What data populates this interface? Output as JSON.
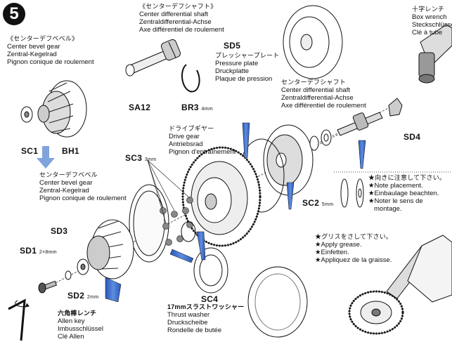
{
  "step": {
    "number": "5"
  },
  "shaft_top": {
    "jp": "《センターデフシャフト》",
    "en": "Center differential shaft",
    "de": "Zentraldifferential-Achse",
    "fr": "Axe différentiel de roulement"
  },
  "bevel_top": {
    "jp": "《センターデフベベル》",
    "en": "Center bevel gear",
    "de": "Zentral-Kegelrad",
    "fr": "Pignon conique de roulement"
  },
  "wrench": {
    "jp": "十字レンチ",
    "en": "Box wrench",
    "de": "Steckschlüssel",
    "fr": "Clé à tube"
  },
  "pressure_plate": {
    "code": "SD5",
    "jp": "プレッシャープレート",
    "en": "Pressure plate",
    "de": "Druckplatte",
    "fr": "Plaque de pression"
  },
  "shaft_right": {
    "jp": "センターデフシャフト",
    "en": "Center differential shaft",
    "de": "Zentraldifferential-Achse",
    "fr": "Axe différentiel de roulement"
  },
  "drive_gear": {
    "jp": "ドライブギヤー",
    "en": "Drive gear",
    "de": "Antriebsrad",
    "fr": "Pignon d'entraînement"
  },
  "bevel_mid": {
    "jp": "センターデフベベル",
    "en": "Center bevel gear",
    "de": "Zentral-Kegelrad",
    "fr": "Pignon conique de roulement"
  },
  "note": {
    "jp": "★向きに注意して下さい。",
    "lines": [
      "★Note placement.",
      "★Einbaulage beachten.",
      "★Noter le sens de",
      "montage."
    ]
  },
  "grease": {
    "jp": "★グリスをさして下さい。",
    "lines": [
      "★Apply grease.",
      "★Einfetten.",
      "★Appliquez de la graisse."
    ]
  },
  "thrust_washer": {
    "jp": "17mmスラストワッシャー",
    "en": "Thrust washer",
    "de": "Druckscheibe",
    "fr": "Rondelle de butée"
  },
  "allen": {
    "jp": "六角棒レンチ",
    "en": "Allen key",
    "de": "Imbusschlüssel",
    "fr": "Clé Allen"
  },
  "parts": {
    "sa12": "SA12",
    "br3": "BR3",
    "br3_size": "4mm",
    "sd5": "SD5",
    "sd4": "SD4",
    "sc1": "SC1",
    "bh1": "BH1",
    "sc3": "SC3",
    "sc3_size": "3mm",
    "sc2_right": "SC2",
    "sc2_right_size": "5mm",
    "sc4": "SC4",
    "sd3": "SD3",
    "sd1": "SD1",
    "sd1_size": "2×8mm",
    "sd2": "SD2",
    "sd2_size": "2mm"
  },
  "colors": {
    "grease_blue": "#3a6fd0",
    "ink": "#111111",
    "arrow_blue": "#7fa3dd"
  }
}
